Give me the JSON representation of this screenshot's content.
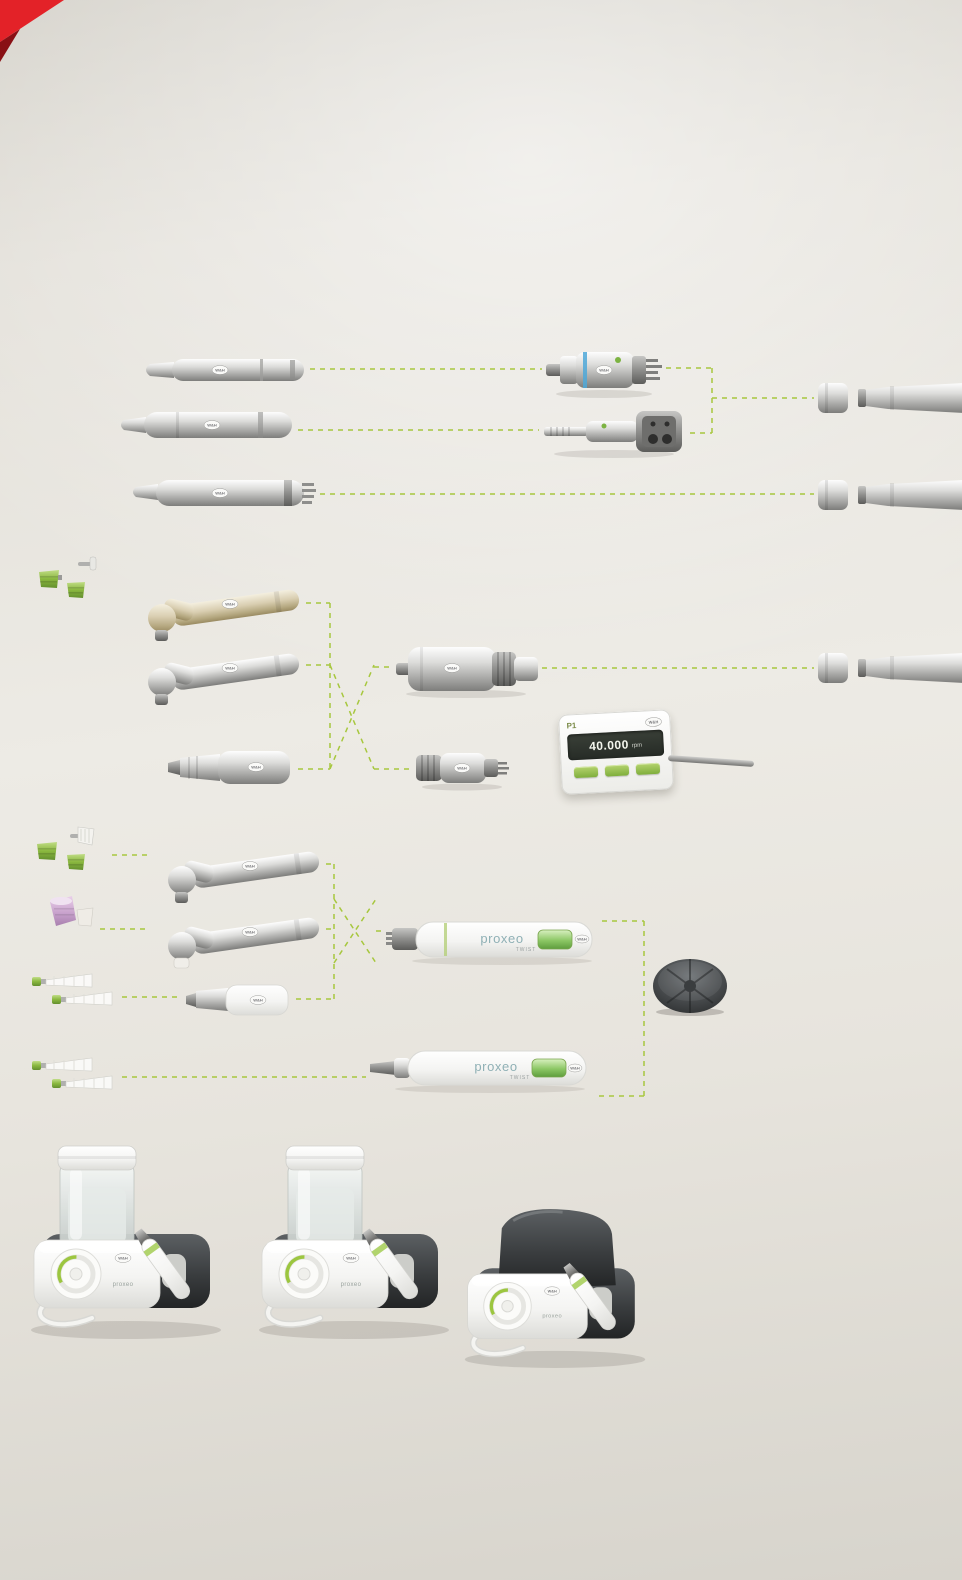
{
  "brand": {
    "logo": "W&H",
    "accent_red": "#e32228",
    "accent_red_dark": "#891015",
    "connector_green": "#a4c636",
    "highlight_green": "#9cc63f"
  },
  "display_unit": {
    "program": "P1",
    "value": "40.000",
    "unit": "rpm"
  },
  "twist_handpieces": [
    {
      "brand": "proxeo",
      "series": "TWIST"
    },
    {
      "brand": "proxeo",
      "series": "TWIST"
    }
  ],
  "scaler_units": [
    {
      "label": "proxeo"
    },
    {
      "label": "proxeo"
    },
    {
      "label": "proxeo"
    }
  ]
}
